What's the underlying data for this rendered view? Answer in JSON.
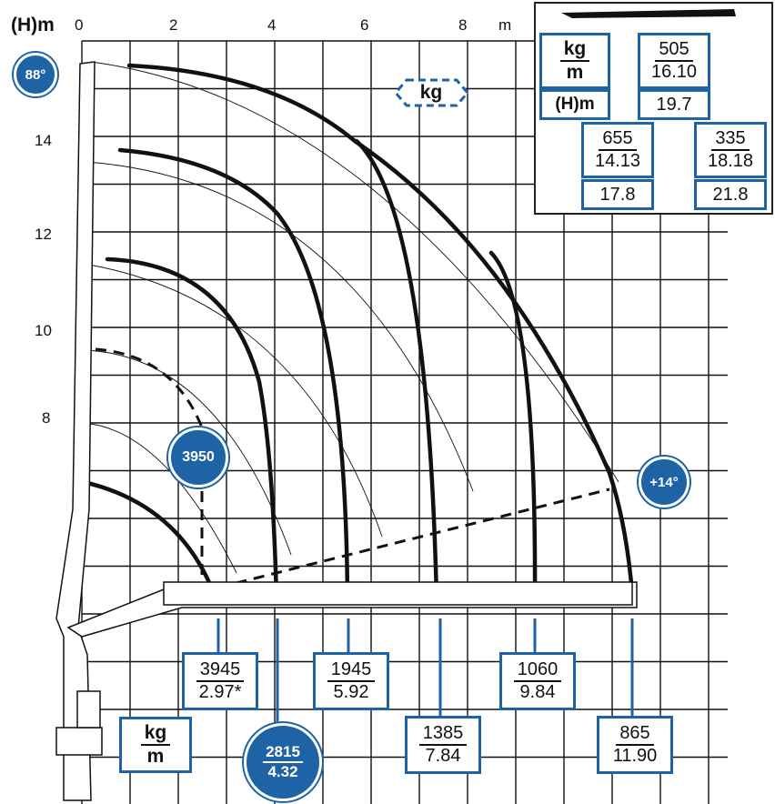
{
  "header": {
    "height_label": "(H)m",
    "badge_angle_top": "88°"
  },
  "axis": {
    "x_ticks": [
      "0",
      "2",
      "4",
      "6",
      "8"
    ],
    "x_unit": "m",
    "y_ticks": [
      "14",
      "12",
      "10",
      "8"
    ]
  },
  "kg_tag": "kg",
  "badges": {
    "angle_right": "+14°",
    "max_load": "3950",
    "mid_kg": "2815",
    "mid_m": "4.32"
  },
  "legend_box": {
    "kg": "kg",
    "m": "m"
  },
  "bottom_loads": [
    {
      "kg": "3945",
      "m": "2.97*"
    },
    {
      "kg": "1945",
      "m": "5.92"
    },
    {
      "kg": "1385",
      "m": "7.84"
    },
    {
      "kg": "1060",
      "m": "9.84"
    },
    {
      "kg": "865",
      "m": "11.90"
    }
  ],
  "inset": {
    "kg_label": "kg",
    "m_label": "m",
    "hm_label": "(H)m",
    "ext_a": {
      "kg": "505",
      "m": "16.10",
      "h": "19.7"
    },
    "ext_b": {
      "kg": "655",
      "m": "14.13",
      "h": "17.8"
    },
    "ext_c": {
      "kg": "335",
      "m": "18.18",
      "h": "21.8"
    }
  },
  "colors": {
    "accent_blue": "#1e63a6",
    "ink": "#111111"
  }
}
